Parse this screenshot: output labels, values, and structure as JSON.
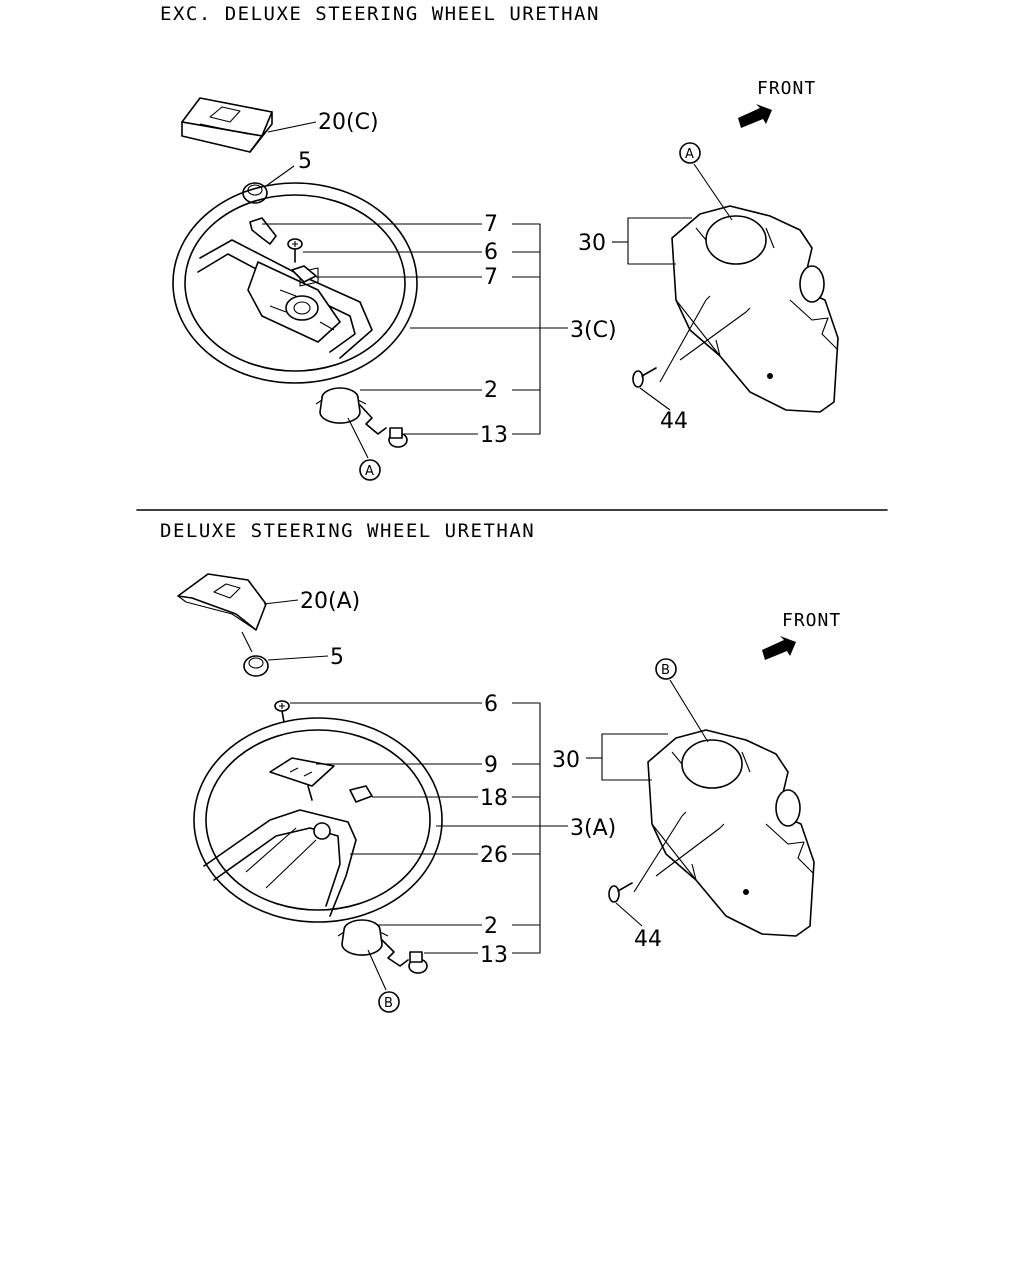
{
  "sections": [
    {
      "title": "EXC. DELUXE STEERING WHEEL URETHAN",
      "front_label": "FRONT",
      "ref_marker": "A",
      "callouts": {
        "horn_pad": "20(C)",
        "nut": "5",
        "contact_upper": "7",
        "screw": "6",
        "contact_lower": "7",
        "wheel": "3(C)",
        "cancel_cam": "2",
        "bolt": "13",
        "cover": "30",
        "cover_screw": "44"
      }
    },
    {
      "title": "DELUXE STEERING WHEEL URETHAN",
      "front_label": "FRONT",
      "ref_marker": "B",
      "callouts": {
        "horn_pad": "20(A)",
        "nut": "5",
        "screw": "6",
        "bracket": "9",
        "connector": "18",
        "wheel": "3(A)",
        "pad_cover": "26",
        "cancel_cam": "2",
        "bolt": "13",
        "cover": "30",
        "cover_screw": "44"
      }
    }
  ]
}
